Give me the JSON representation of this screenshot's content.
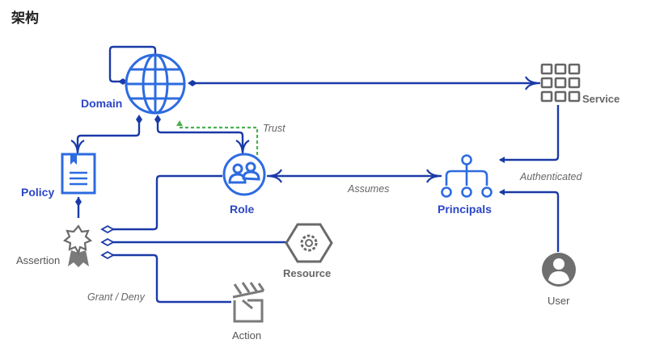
{
  "page": {
    "title": "架构"
  },
  "nodes": {
    "domain": "Domain",
    "service": "Service",
    "policy": "Policy",
    "role": "Role",
    "principals": "Principals",
    "assertion": "Assertion",
    "resource": "Resource",
    "action": "Action",
    "user": "User"
  },
  "edges": {
    "trust": "Trust",
    "authenticated": "Authenticated",
    "assumes": "Assumes",
    "grant_deny": "Grant / Deny"
  },
  "colors": {
    "line": "#1a3aa8",
    "icon_blue": "#2d6be0",
    "icon_gray": "#7a7a7a",
    "trust": "#4cb050"
  },
  "icons": {
    "domain": "globe-icon",
    "service": "grid-icon",
    "policy": "document-icon",
    "role": "users-icon",
    "principals": "hierarchy-icon",
    "assertion": "badge-icon",
    "resource": "gear-icon",
    "action": "clapperboard-icon",
    "user": "user-icon"
  }
}
